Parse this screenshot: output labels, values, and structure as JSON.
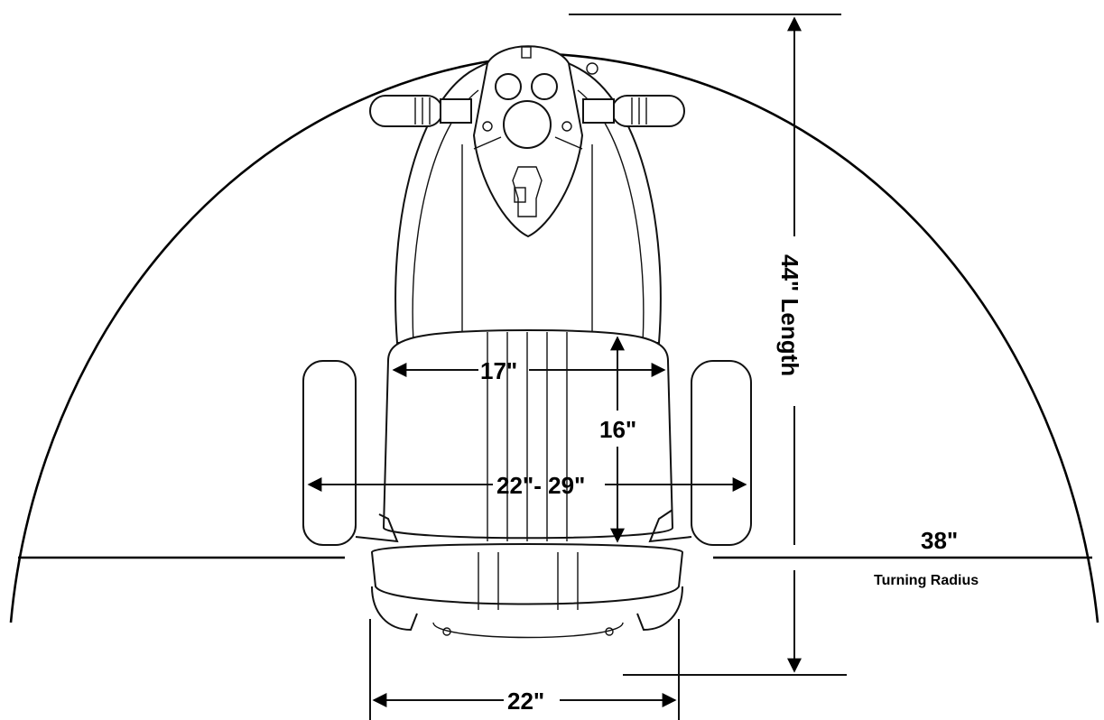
{
  "dimensions": {
    "overall_length": "44\" Length",
    "seat_width": "17\"",
    "seat_depth": "16\"",
    "armrest_width": "22\"- 29\"",
    "base_width": "22\"",
    "turning_radius_value": "38\"",
    "turning_radius_label": "Turning Radius"
  }
}
